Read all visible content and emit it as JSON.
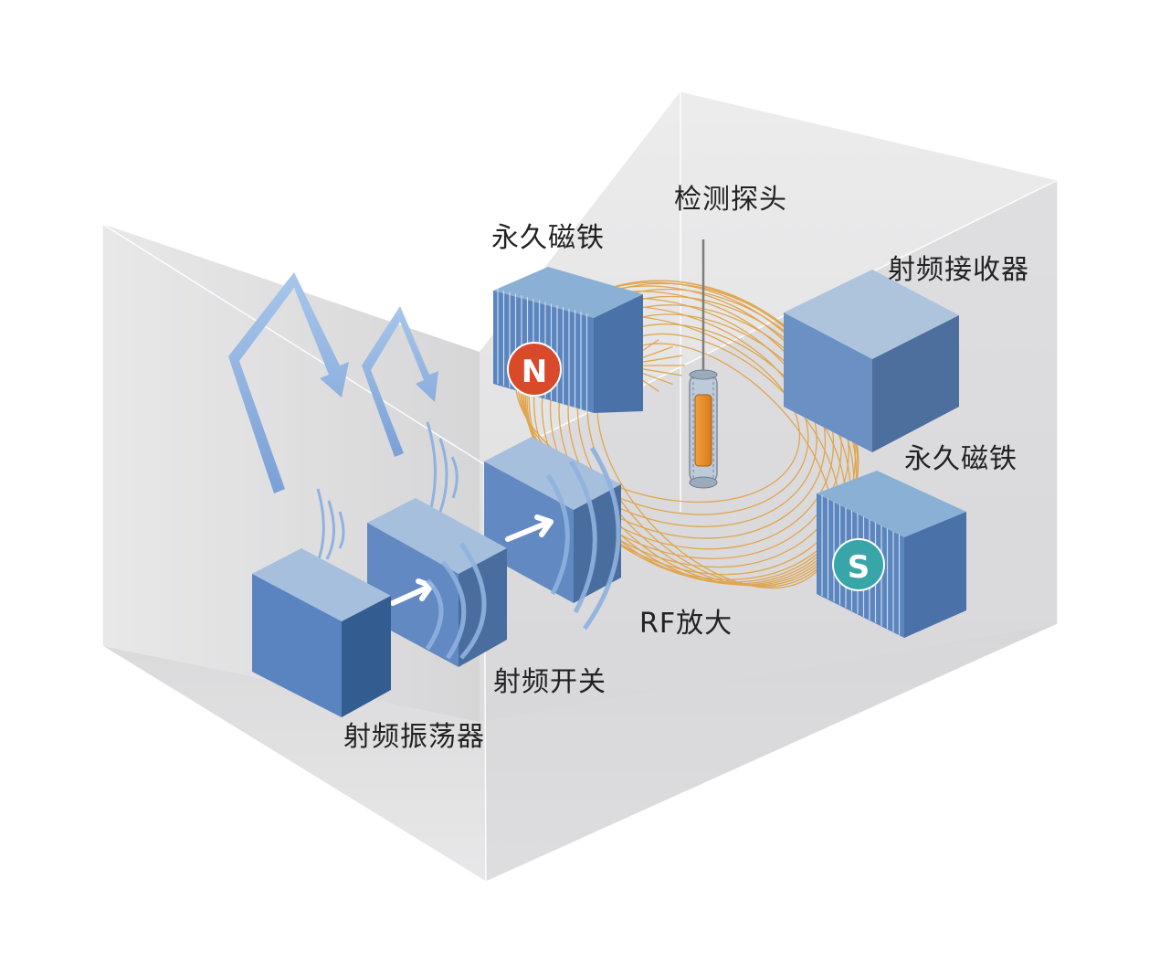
{
  "labels": {
    "probe": "检测探头",
    "magnet_top": "永久磁铁",
    "receiver": "射频接收器",
    "magnet_bottom": "永久磁铁",
    "rf_amp": "RF放大",
    "rf_switch": "射频开关",
    "oscillator": "射频振荡器"
  },
  "poles": {
    "north": "N",
    "south": "S"
  },
  "colors": {
    "block_front": "#5a84c0",
    "block_top": "#a9c0db",
    "block_side": "#3f6595",
    "coil": "#e0a040",
    "probe_core": "#e8902a",
    "pole_n": "#d84a2a",
    "pole_s": "#38a6a8",
    "arrow": "#8fb2df",
    "room_back": "#d9d9da",
    "room_floor": "#cfcfd1"
  }
}
